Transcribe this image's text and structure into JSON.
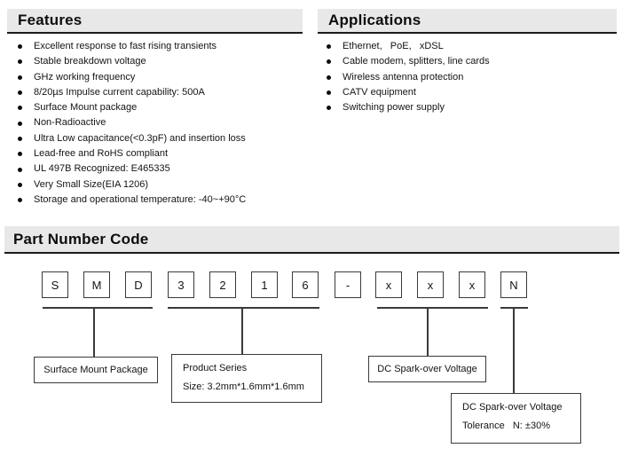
{
  "features": {
    "title": "Features",
    "items": [
      "Excellent response to fast rising transients",
      "Stable breakdown voltage",
      "GHz working frequency",
      "8/20µs Impulse current capability: 500A",
      "Surface Mount package",
      "Non-Radioactive",
      "Ultra Low capacitance(<0.3pF) and insertion loss",
      "Lead-free and RoHS compliant",
      "UL 497B Recognized: E465335",
      "Very Small Size(EIA 1206)",
      "Storage and operational temperature: -40~+90°C"
    ]
  },
  "applications": {
    "title": "Applications",
    "items": [
      "Ethernet,   PoE,   xDSL",
      "Cable modem, splitters, line cards",
      "Wireless antenna protection",
      "CATV equipment",
      "Switching power supply"
    ]
  },
  "part_number": {
    "title": "Part Number Code",
    "boxes": [
      "S",
      "M",
      "D",
      "3",
      "2",
      "1",
      "6",
      "-",
      "x",
      "x",
      "x",
      "N"
    ],
    "callouts": {
      "package": "Surface Mount Package",
      "series_line1": "Product Series",
      "series_line2": "Size: 3.2mm*1.6mm*1.6mm",
      "voltage": "DC Spark-over Voltage",
      "tolerance_line1": "DC Spark-over Voltage",
      "tolerance_line2": "Tolerance   N: ±30%"
    }
  },
  "colors": {
    "header_bg": "#e8e8e8",
    "header_border": "#1c1c1c",
    "diagram_line": "#3a3a3a"
  }
}
